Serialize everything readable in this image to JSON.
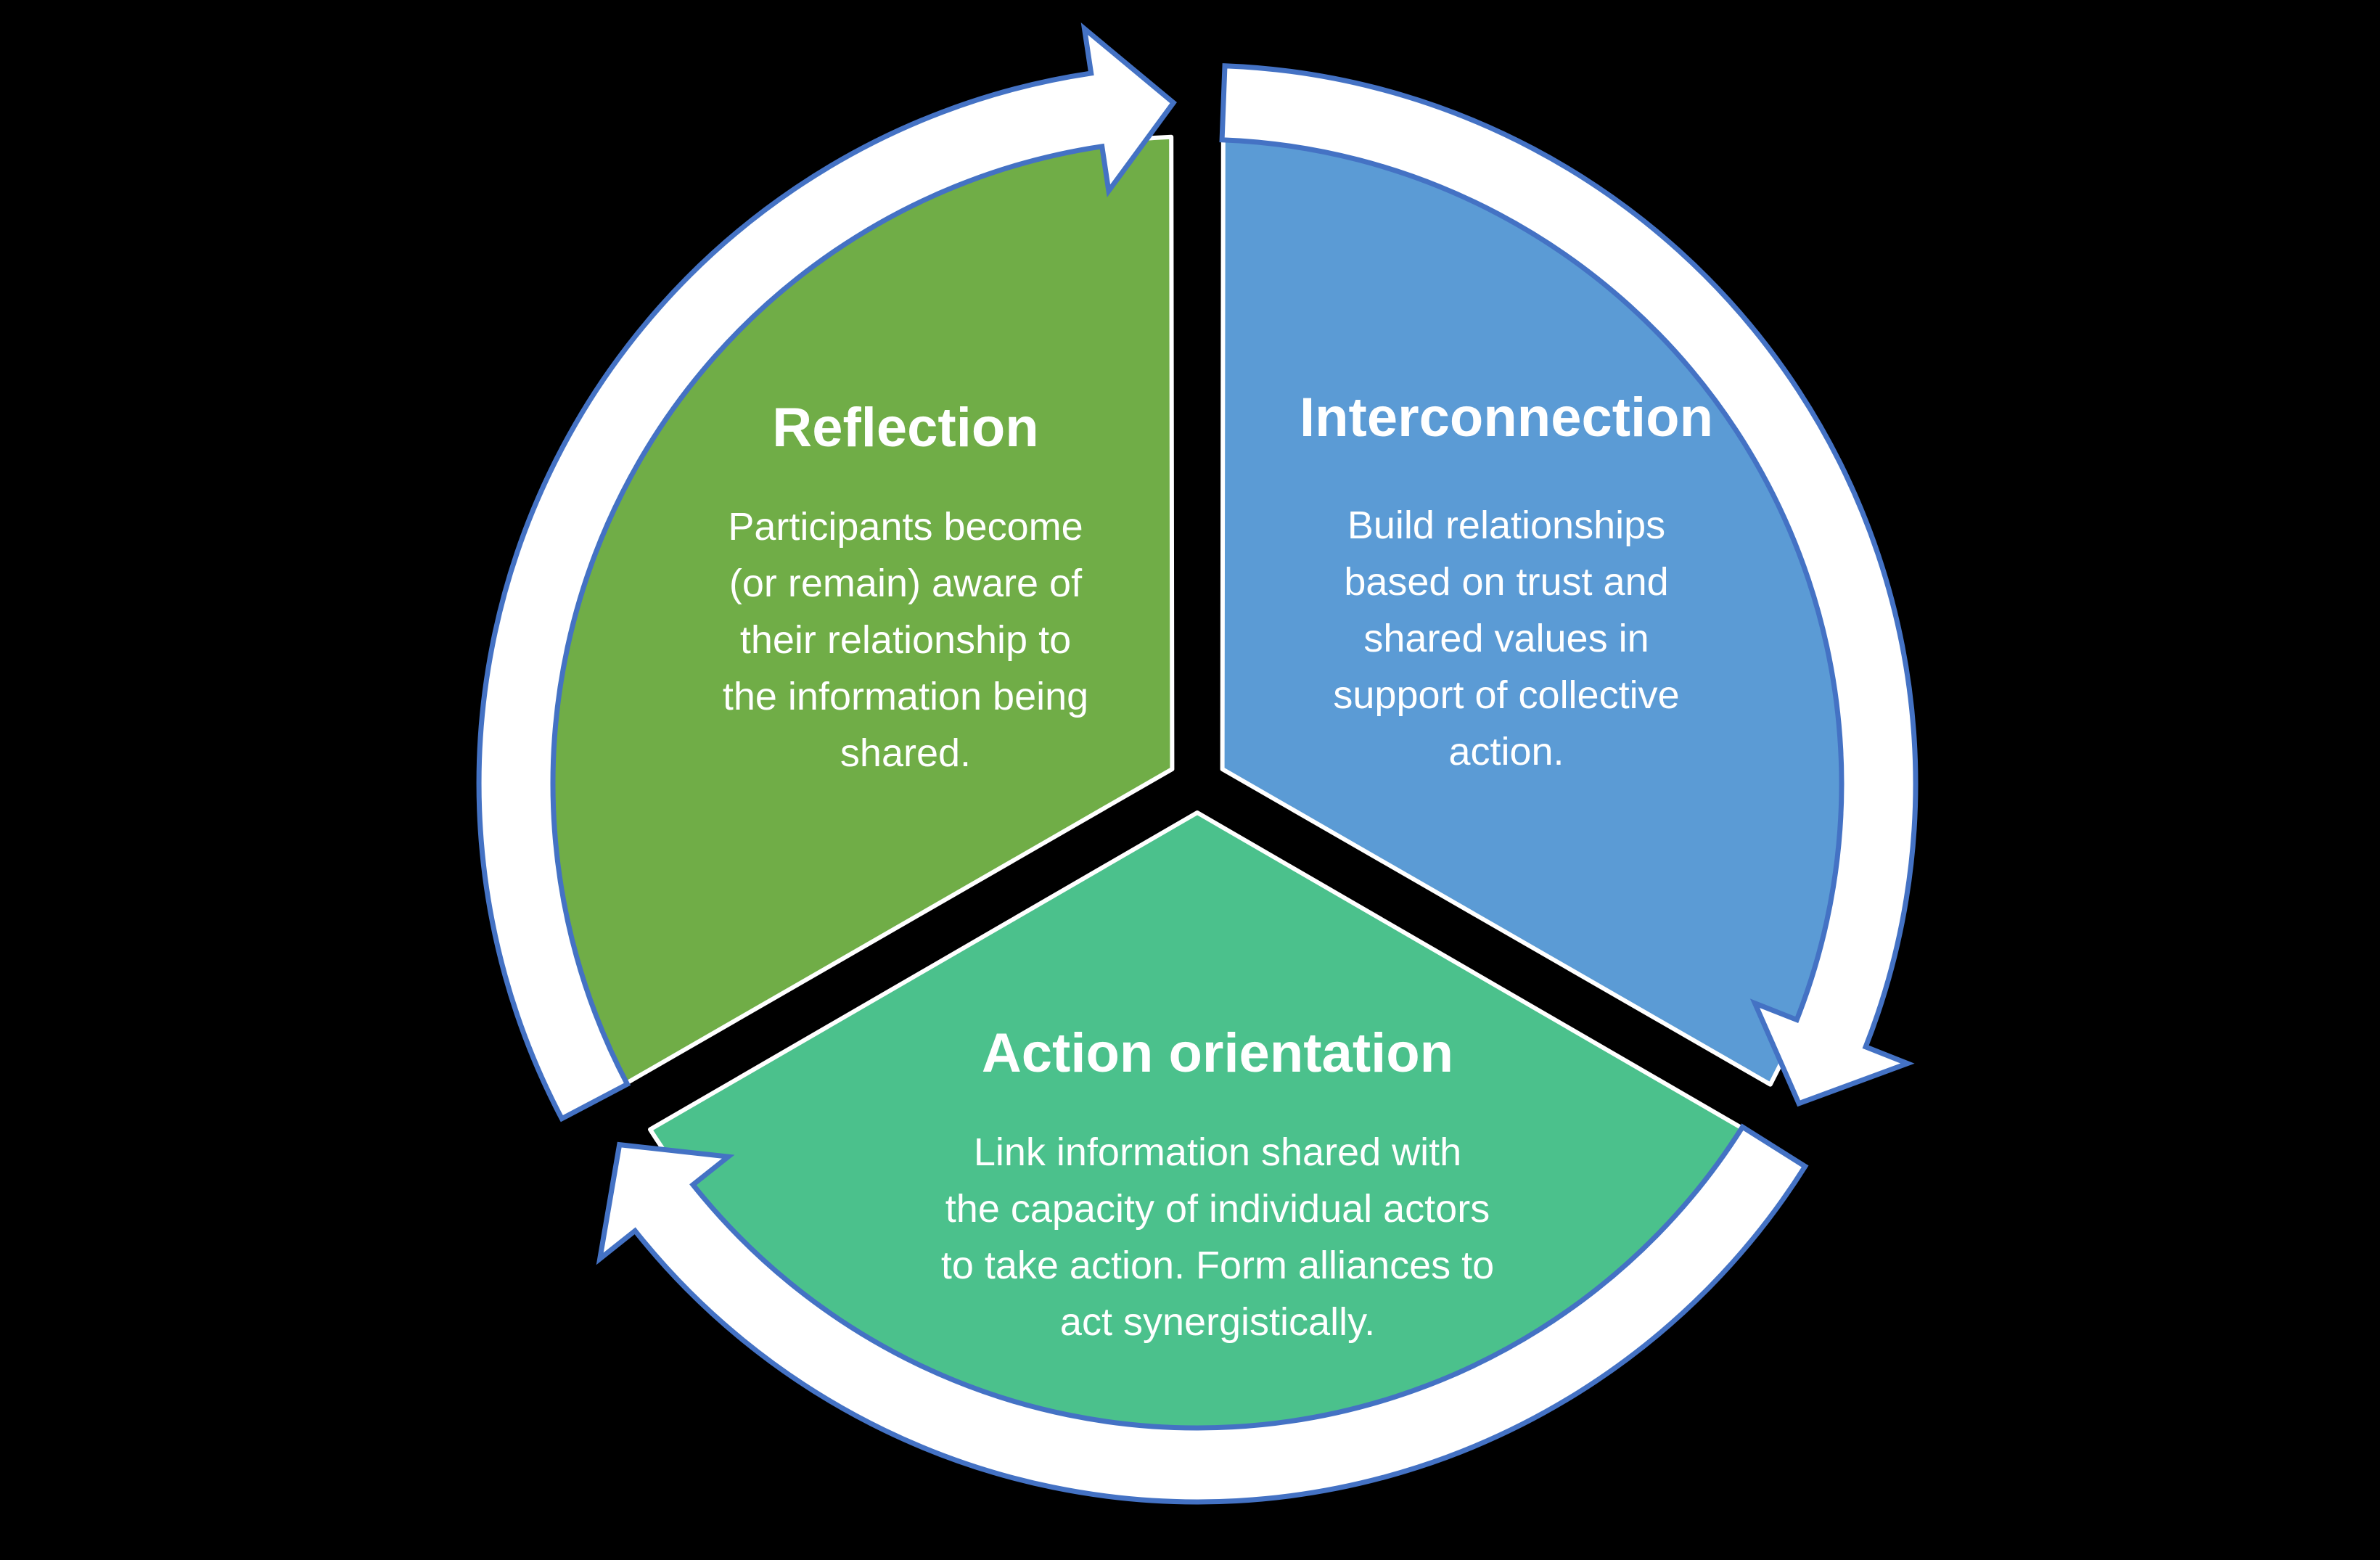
{
  "colors": {
    "background": "#000000",
    "ring_fill": "#FFFFFF",
    "ring_stroke": "#4472C4",
    "wedge_stroke": "#FFFFFF",
    "text": "#FFFFFF"
  },
  "diagram": {
    "flow_direction": "clockwise",
    "segments": [
      {
        "id": "reflection",
        "title": "Reflection",
        "body": "Participants become\n(or remain) aware of\ntheir relationship to\nthe information being\nshared.",
        "fill": "#70AD47",
        "arc_start_deg": 240,
        "arc_end_deg": 360
      },
      {
        "id": "interconnection",
        "title": "Interconnection",
        "body": "Build relationships\nbased on trust and\nshared values in\nsupport of collective\naction.",
        "fill": "#5B9BD5",
        "arc_start_deg": 0,
        "arc_end_deg": 120
      },
      {
        "id": "action-orientation",
        "title": "Action orientation",
        "body": "Link information shared with\nthe capacity of individual actors\nto take action. Form alliances to\nact synergistically.",
        "fill": "#4BC18C",
        "arc_start_deg": 120,
        "arc_end_deg": 240
      }
    ]
  }
}
